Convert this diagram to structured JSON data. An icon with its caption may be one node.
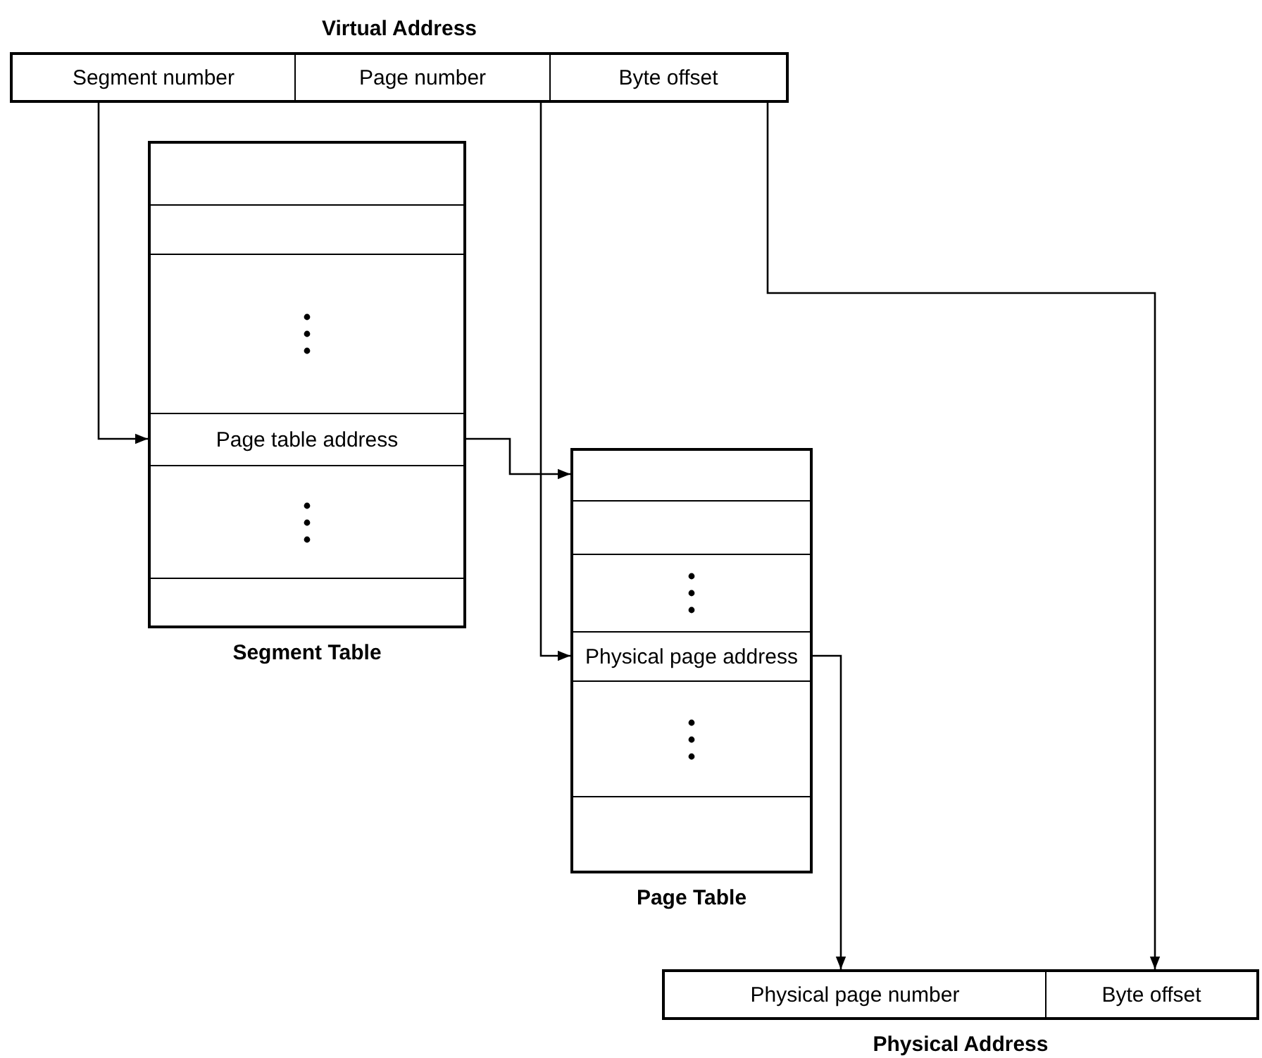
{
  "diagram": {
    "nodes": [
      {
        "text": [
          "Virtual Address"
        ]
      },
      {
        "text": [
          "Segment number"
        ],
        "in": 0
      },
      {
        "text": [
          "Page number"
        ],
        "in": 0
      },
      {
        "text": [
          "Byte offset"
        ],
        "in": 0
      },
      {
        "text": [
          "Segment Table"
        ]
      },
      {
        "text": [],
        "shape": "box",
        "in": 4
      },
      {
        "text": [],
        "shape": "box",
        "in": 4
      },
      {
        "text": [],
        "shape": "box",
        "in": 4
      },
      {
        "text": [
          "Page table address"
        ],
        "in": 4
      },
      {
        "text": [],
        "shape": "box",
        "in": 4
      },
      {
        "text": [],
        "shape": "box",
        "in": 4
      },
      {
        "text": [
          "Page Table"
        ]
      },
      {
        "text": [],
        "shape": "box",
        "in": 11
      },
      {
        "text": [],
        "shape": "box",
        "in": 11
      },
      {
        "text": [],
        "shape": "box",
        "in": 11
      },
      {
        "text": [
          "Physical page address"
        ],
        "in": 11
      },
      {
        "text": [],
        "shape": "box",
        "in": 11
      },
      {
        "text": [],
        "shape": "box",
        "in": 11
      },
      {
        "text": [
          "Physical Address"
        ]
      },
      {
        "text": [
          "Physical page number"
        ],
        "in": 18
      },
      {
        "text": [
          "Byte offset"
        ],
        "in": 18
      }
    ],
    "edges": [
      {
        "from": 1,
        "to": 8,
        "arrow": "to"
      },
      {
        "from": 8,
        "to": 12,
        "arrow": "to"
      },
      {
        "from": 2,
        "to": 15,
        "arrow": "to"
      },
      {
        "from": 3,
        "to": 20,
        "arrow": "to"
      },
      {
        "from": 15,
        "to": 19,
        "arrow": "to"
      }
    ]
  }
}
